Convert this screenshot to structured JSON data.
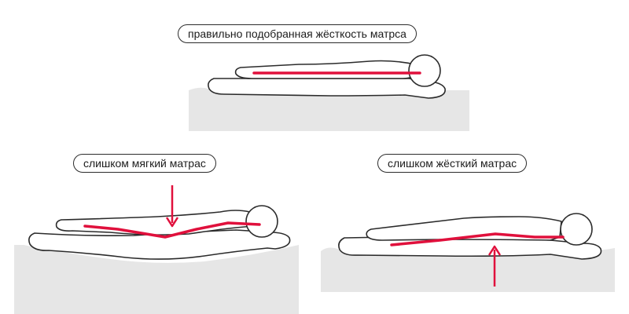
{
  "labels": {
    "correct": "правильно подобранная жёсткость матрса",
    "soft": "слишком мягкий матрас",
    "hard": "слишком жёсткий матрас"
  },
  "colors": {
    "spine_line": "#e0103c",
    "mattress_fill": "#e6e6e6",
    "outline": "#2b2b2b",
    "body_fill": "#ffffff"
  },
  "icons": {
    "soft_arrow": "arrow-down-icon",
    "hard_arrow": "arrow-up-icon"
  }
}
